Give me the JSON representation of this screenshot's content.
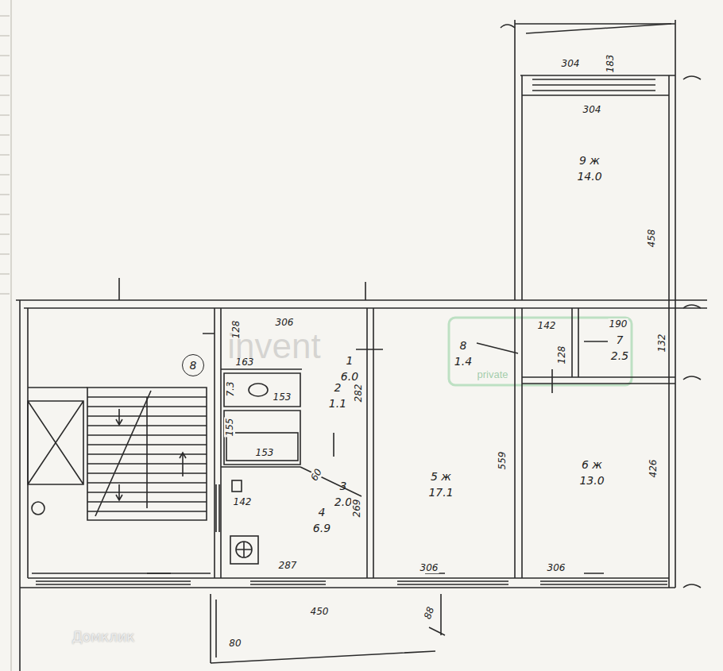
{
  "diagram": {
    "nodes": [
      {
        "text": [
          "9 ж",
          "14.0"
        ]
      },
      {
        "text": [
          "1",
          "6.0"
        ]
      },
      {
        "text": [
          "8",
          "1.4"
        ]
      },
      {
        "text": [
          "7",
          "2.5"
        ]
      },
      {
        "text": [
          "8"
        ]
      },
      {
        "text": [
          "2",
          "1.1"
        ]
      },
      {
        "text": [
          "5 ж",
          "17.1"
        ]
      },
      {
        "text": [
          "6 ж",
          "13.0"
        ]
      },
      {
        "text": [
          "3",
          "2.0"
        ]
      },
      {
        "text": [
          "4",
          "6.9"
        ]
      }
    ],
    "labels": [
      "304",
      "183",
      "304",
      "458",
      "306",
      "128",
      "163",
      "7.3",
      "153",
      "282",
      "155",
      "153",
      "60",
      "142",
      "269",
      "287",
      "559",
      "306",
      "142",
      "128",
      "190",
      "132",
      "426",
      "306",
      "450",
      "80",
      "88",
      "invent",
      "private",
      "Домклик"
    ]
  }
}
